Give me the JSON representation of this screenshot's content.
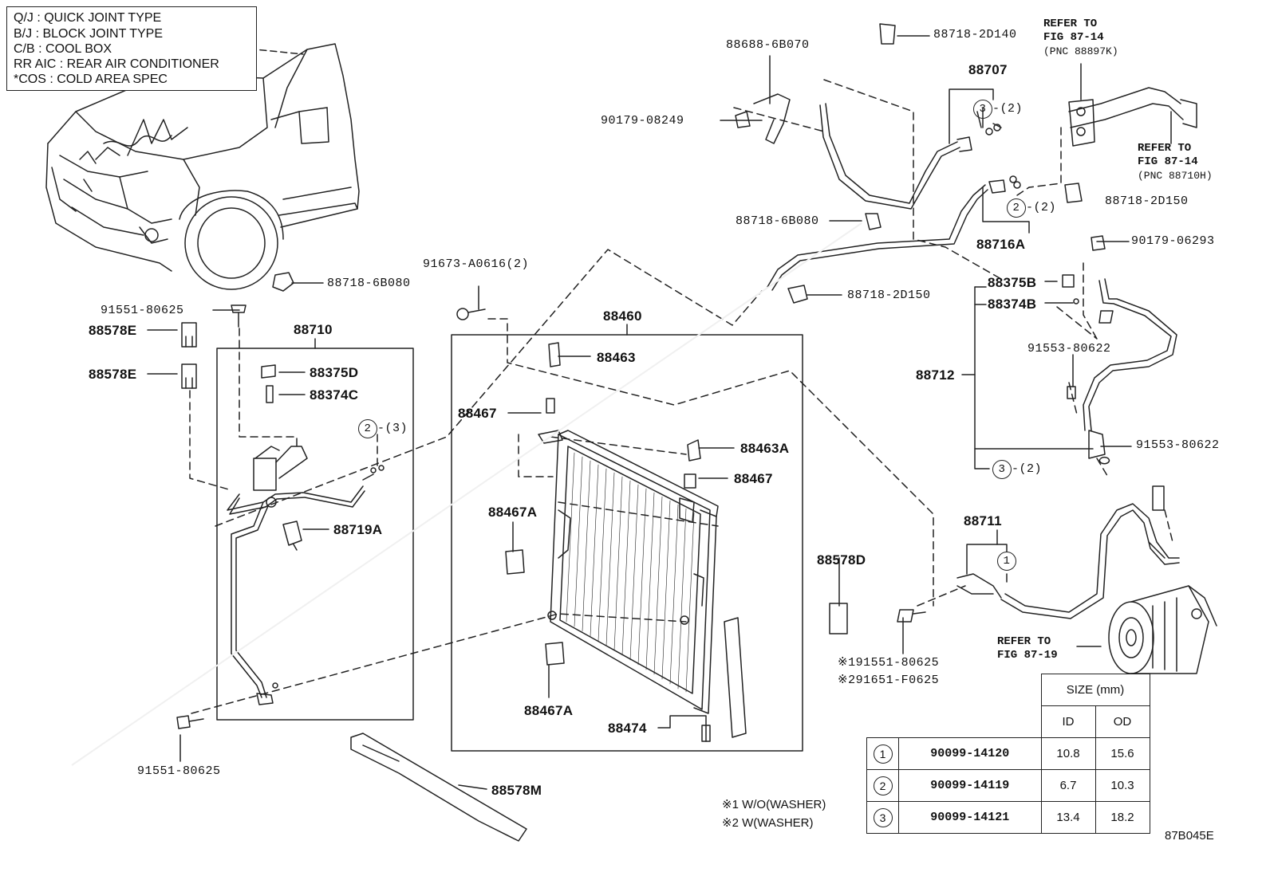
{
  "legend": [
    "Q/J :  QUICK JOINT TYPE",
    "B/J :  BLOCK JOINT TYPE",
    "C/B :  COOL BOX",
    "RR AIC :  REAR AIR CONDITIONER",
    "*COS :  COLD AREA SPEC"
  ],
  "parts": {
    "p88688_6B070": "88688-6B070",
    "p88718_2D140": "88718-2D140",
    "p90179_08249": "90179-08249",
    "p88707": "88707",
    "p88716A": "88716A",
    "p88718_6B080_top": "88718-6B080",
    "p88718_2D150_right": "88718-2D150",
    "p90179_06293": "90179-06293",
    "p88718_6B080_left": "88718-6B080",
    "p91673_A0616": "91673-A0616(2)",
    "p88718_2D150_mid": "88718-2D150",
    "p88375B": "88375B",
    "p88374B": "88374B",
    "p91551_80625_top": "91551-80625",
    "p88578E_1": "88578E",
    "p88578E_2": "88578E",
    "p88710": "88710",
    "p88460": "88460",
    "p88463": "88463",
    "p91553_80622_a": "91553-80622",
    "p88712": "88712",
    "p88375D": "88375D",
    "p88374C": "88374C",
    "p88467_a": "88467",
    "p88463A": "88463A",
    "p88467_b": "88467",
    "p91553_80622_b": "91553-80622",
    "p88467A_a": "88467A",
    "p88719A": "88719A",
    "p88711": "88711",
    "p88578D": "88578D",
    "p88467A_b": "88467A",
    "p88474": "88474",
    "p91551_80625_bot": "91551-80625",
    "p88578M": "88578M",
    "p191551": "※191551-80625",
    "p291651": "※291651-F0625"
  },
  "oring_refs": {
    "r3_2_top": "3",
    "r3_2_top_qty": "-(2)",
    "r2_2_top": "2",
    "r2_2_top_qty": "-(2)",
    "r2_3_left": "2",
    "r2_3_left_qty": "-(3)",
    "r3_2_right": "3",
    "r3_2_right_qty": "-(2)",
    "r1_right": "1"
  },
  "refer": {
    "fig_87_14_k": [
      "REFER TO",
      "FIG 87-14",
      "(PNC 88897K)"
    ],
    "fig_87_14_h": [
      "REFER TO",
      "FIG 87-14",
      "(PNC 88710H)"
    ],
    "fig_87_19": [
      "REFER TO",
      "FIG 87-19"
    ]
  },
  "notes": [
    "※1 W/O(WASHER)",
    "※2 W(WASHER)"
  ],
  "size_table": {
    "header": "SIZE (mm)",
    "col_id": "ID",
    "col_od": "OD",
    "rows": [
      {
        "ref": "1",
        "part": "90099-14120",
        "id": "10.8",
        "od": "15.6"
      },
      {
        "ref": "2",
        "part": "90099-14119",
        "id": "6.7",
        "od": "10.3"
      },
      {
        "ref": "3",
        "part": "90099-14121",
        "id": "13.4",
        "od": "18.2"
      }
    ]
  },
  "figure_code": "87B045E"
}
